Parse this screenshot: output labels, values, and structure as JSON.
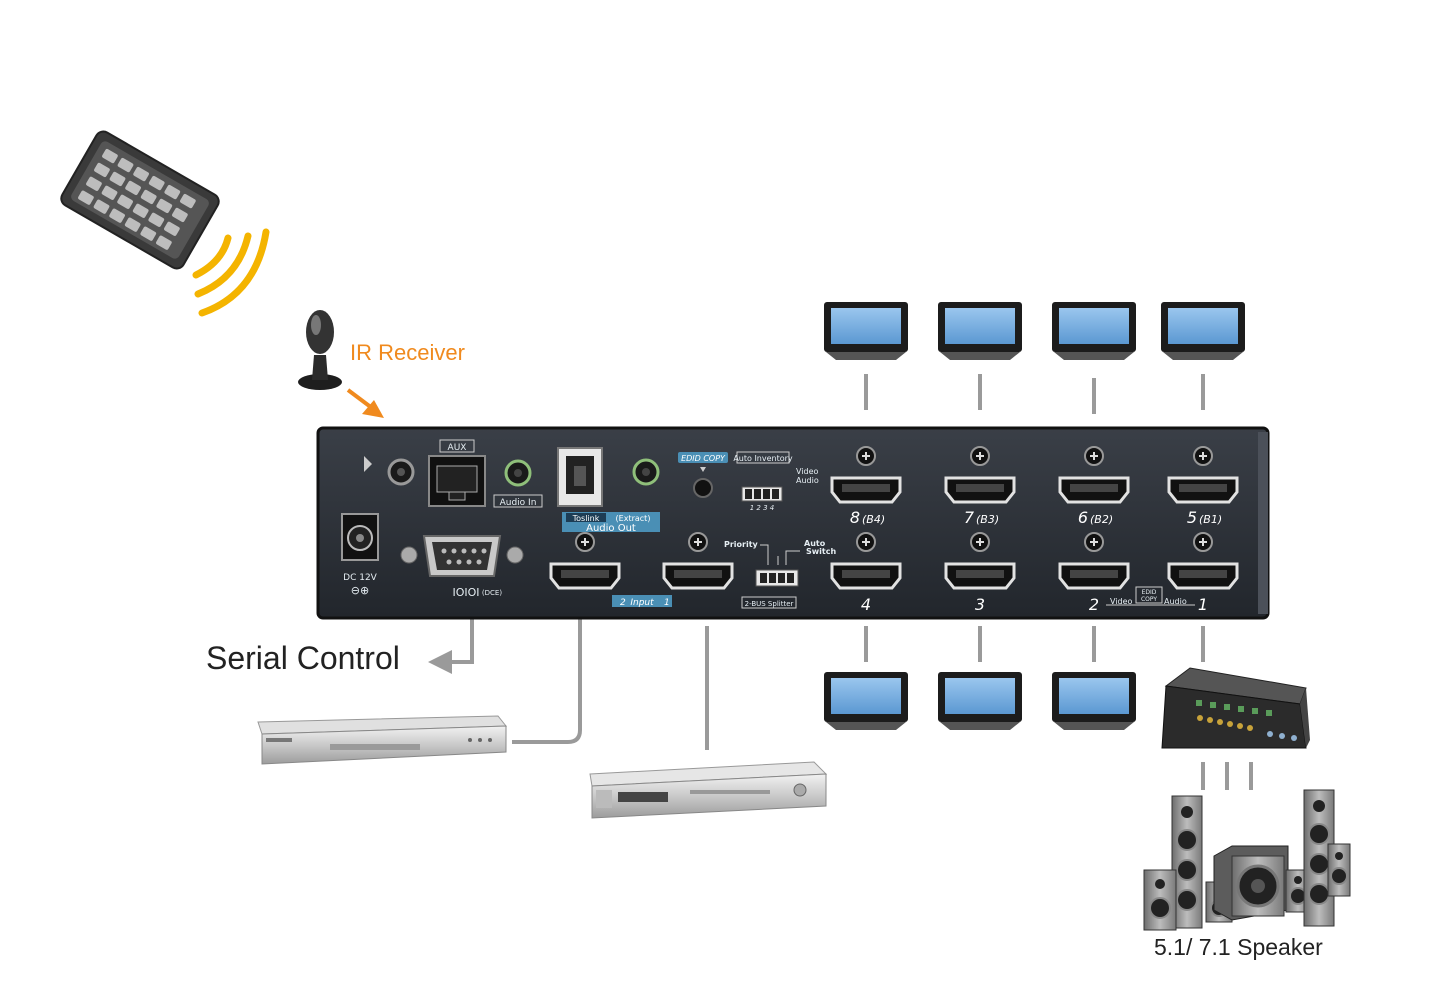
{
  "labels": {
    "ir_receiver": "IR Receiver",
    "serial_control": "Serial Control",
    "speaker": "5.1/ 7.1 Speaker"
  },
  "panel": {
    "aux": "AUX",
    "audio_in": "Audio In",
    "toslink": "Toslink",
    "extract": "(Extract)",
    "audio_out": "Audio Out",
    "edid_copy": "EDID COPY",
    "auto_inventory": "Auto Inventory",
    "video": "Video",
    "audio": "Audio",
    "switch_numbers": "1 2 3 4",
    "priority": "Priority",
    "auto_switch_1": "Auto",
    "auto_switch_2": "Switch",
    "two_bus_splitter": "2-BUS Splitter",
    "input": "Input",
    "input_1": "1",
    "input_2": "2",
    "dc": "DC 12V",
    "rs232": "IOIOI",
    "rs232_sub": "(DCE)",
    "bottom_video": "Video",
    "bottom_edid_1": "EDID",
    "bottom_edid_2": "COPY",
    "bottom_audio": "Audio",
    "top_outputs": [
      "8",
      "7",
      "6",
      "5"
    ],
    "top_outputs_sub": [
      "(B4)",
      "(B3)",
      "(B2)",
      "(B1)"
    ],
    "bottom_outputs": [
      "4",
      "3",
      "2",
      "1"
    ]
  },
  "colors": {
    "accent_orange": "#f08a1e",
    "signal_yellow": "#f4b400",
    "panel_dark": "#2b2f36",
    "tv_blue": "#6aa6dc",
    "line_gray": "#9a9a9a"
  },
  "icons": {
    "remote": "remote-control-icon",
    "ir": "ir-receiver-icon",
    "tv": "tv-monitor-icon",
    "dvd": "dvd-player-icon",
    "receiver": "av-receiver-icon",
    "speaker": "speaker-icon"
  }
}
